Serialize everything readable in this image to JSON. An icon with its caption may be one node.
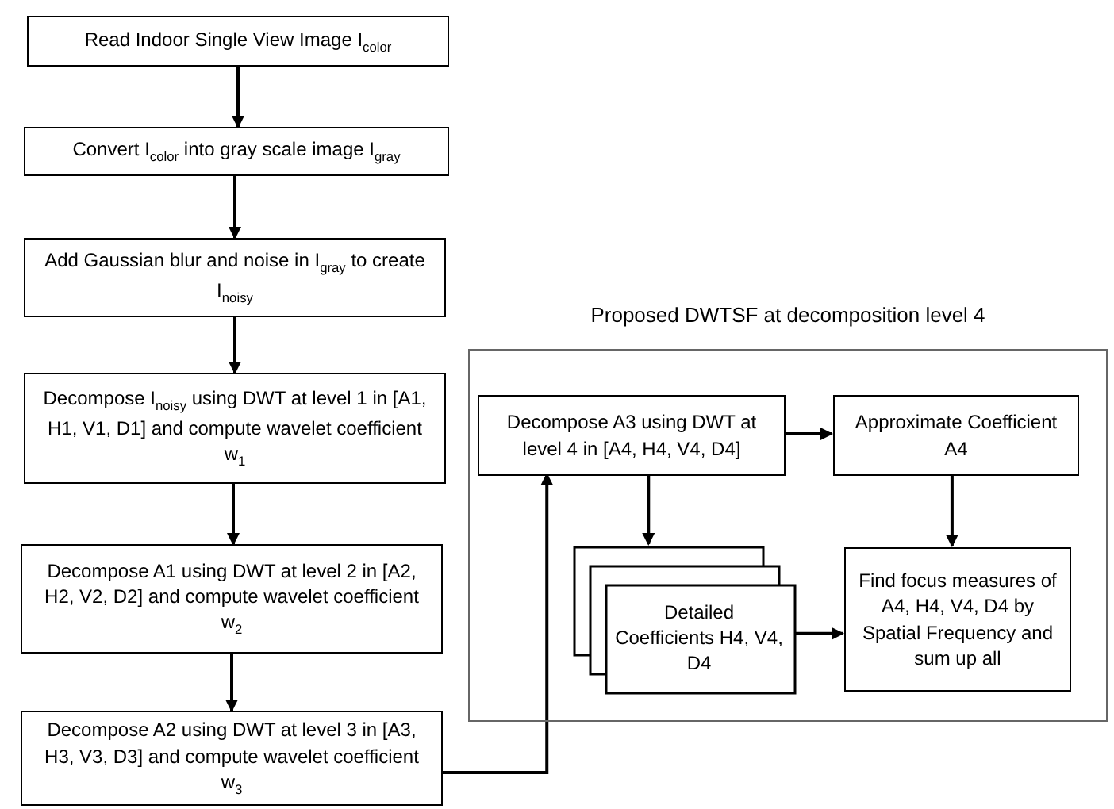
{
  "diagram": {
    "nodes": [
      {
        "text": [
          "Read Indoor Single View Image I$_{color}$"
        ]
      },
      {
        "text": [
          "Convert I$_{color}$ into gray scale image I$_{gray}$"
        ]
      },
      {
        "text": [
          "Add Gaussian blur and noise in I$_{gray}$ to create I$_{noisy}$"
        ]
      },
      {
        "text": [
          "Decompose I$_{noisy}$ using DWT at level 1 in [A1, H1, V1, D1] and compute wavelet coefficient w$_{1}$"
        ]
      },
      {
        "text": [
          "Decompose A1 using DWT at level 2 in [A2, H2, V2, D2] and compute wavelet coefficient w$_{2}$"
        ]
      },
      {
        "text": [
          "Decompose A2 using DWT at level 3 in [A3, H3, V3, D3] and compute wavelet coefficient w$_{3}$"
        ]
      },
      {
        "text": [
          "Proposed DWTSF at decomposition level 4"
        ]
      },
      {
        "text": [
          "Decompose A3 using DWT at level 4 in [A4, H4, V4, D4]"
        ],
        "in": 6
      },
      {
        "text": [
          "Approximate Coefficient A4"
        ],
        "in": 6
      },
      {
        "text": [
          "Detailed Coefficients H4, V4, D4"
        ],
        "in": 6
      },
      {
        "text": [
          "Find focus measures of A4, H4, V4, D4 by Spatial Frequency and sum up all"
        ],
        "in": 6
      }
    ],
    "edges": [
      {
        "from": 0,
        "to": 1,
        "arrow": "to"
      },
      {
        "from": 1,
        "to": 2,
        "arrow": "to"
      },
      {
        "from": 2,
        "to": 3,
        "arrow": "to"
      },
      {
        "from": 3,
        "to": 4,
        "arrow": "to"
      },
      {
        "from": 4,
        "to": 5,
        "arrow": "to"
      },
      {
        "from": 5,
        "to": 7,
        "arrow": "to"
      },
      {
        "from": 7,
        "to": 8,
        "arrow": "to"
      },
      {
        "from": 7,
        "to": 9,
        "arrow": "to"
      },
      {
        "from": 8,
        "to": 10,
        "arrow": "to"
      },
      {
        "from": 9,
        "to": 10,
        "arrow": "to"
      }
    ]
  }
}
